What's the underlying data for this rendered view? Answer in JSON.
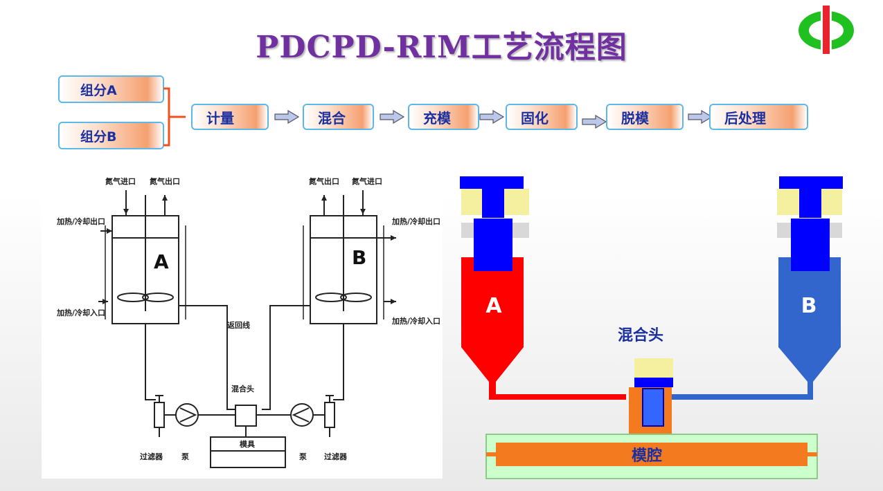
{
  "title": "PDCPD-RIM工艺流程图",
  "flow": {
    "components": [
      "组分A",
      "组分B"
    ],
    "steps": [
      "计量",
      "混合",
      "充模",
      "固化",
      "脱模",
      "后处理"
    ]
  },
  "left_diagram": {
    "tank_a": "A",
    "tank_b": "B",
    "nitrogen_in": "氮气进口",
    "nitrogen_out": "氮气出口",
    "heat_cool_out": "加热/冷却出口",
    "heat_cool_in": "加热/冷却入口",
    "return_line": "返回线",
    "mixing_head": "混合头",
    "mold": "模具",
    "filter": "过滤器",
    "pump": "泵"
  },
  "right_diagram": {
    "tank_a": "A",
    "tank_b": "B",
    "mixing_head": "混合头",
    "mold_cavity": "模腔"
  },
  "colors": {
    "title": "#7030a0",
    "tank_a": "#ff0000",
    "tank_b": "#3366cc",
    "piston": "#0000ff",
    "mold": "#f47a20"
  }
}
